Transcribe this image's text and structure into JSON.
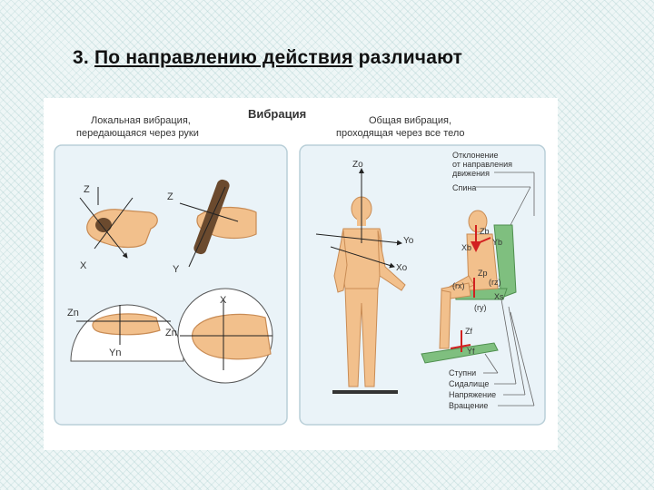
{
  "slide": {
    "number": "3.",
    "title_underlined": "По направлению действия",
    "title_rest": "различают"
  },
  "figure": {
    "header": "Вибрация",
    "left_panel": {
      "caption_line1": "Локальная вибрация,",
      "caption_line2": "передающаяся через руки",
      "axes": {
        "z": "Z",
        "x": "X",
        "y": "Y",
        "zn": "Zn",
        "yn": "Yn"
      }
    },
    "right_panel": {
      "caption_line1": "Общая вибрация,",
      "caption_line2": "проходящая через все тело",
      "person_axes": {
        "z": "Zo",
        "y": "Yo",
        "x": "Xo"
      },
      "chair_axes": {
        "zb": "Zb",
        "yb": "Yb",
        "xb": "Xb",
        "zp": "Zp",
        "xs": "Xs",
        "zf": "Zf",
        "yf": "Yf"
      },
      "rotation_labels": {
        "rx": "(rx)",
        "ry": "(ry)",
        "rz": "(rz)"
      },
      "callouts": {
        "deviation_line1": "Отклонение",
        "deviation_line2": "от направления",
        "deviation_line3": "движения",
        "back": "Спина",
        "feet": "Ступни",
        "seat": "Сидалище",
        "tension": "Напряжение",
        "rotation": "Вращение"
      }
    }
  },
  "colors": {
    "panel_fill": "#eaf3f8",
    "skin": "#f2c08c",
    "skin_stroke": "#c98c55",
    "chair": "#7fbf7f",
    "red_axis": "#d22020"
  }
}
